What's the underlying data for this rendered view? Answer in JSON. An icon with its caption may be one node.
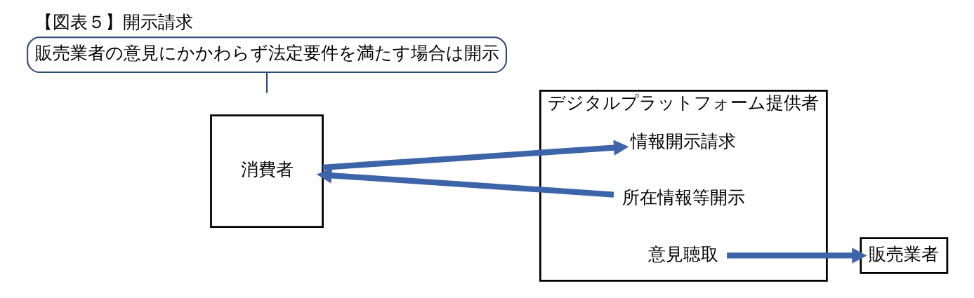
{
  "diagram": {
    "title": "【図表５】開示請求",
    "nodes": [
      {
        "text": [
          "消費者"
        ]
      },
      {
        "text": [
          "デジタルプラットフォーム提供者"
        ]
      },
      {
        "text": [
          "情報開示請求"
        ],
        "in": 1
      },
      {
        "text": [
          "所在情報等開示"
        ],
        "in": 1
      },
      {
        "text": [
          "意見聴取"
        ],
        "in": 1
      },
      {
        "text": [
          "販売業者"
        ]
      },
      {
        "text": [
          "販売業者の意見にかかわらず法定要件を満たす場合は開示"
        ]
      }
    ],
    "edges": [
      {
        "from": 0,
        "to": 2,
        "arrow": "to"
      },
      {
        "from": 3,
        "to": 0,
        "arrow": "to"
      },
      {
        "from": 4,
        "to": 5,
        "arrow": "to"
      },
      {
        "from": 6,
        "to": null,
        "arrow": "none",
        "color": "#2f4a7a"
      }
    ]
  }
}
